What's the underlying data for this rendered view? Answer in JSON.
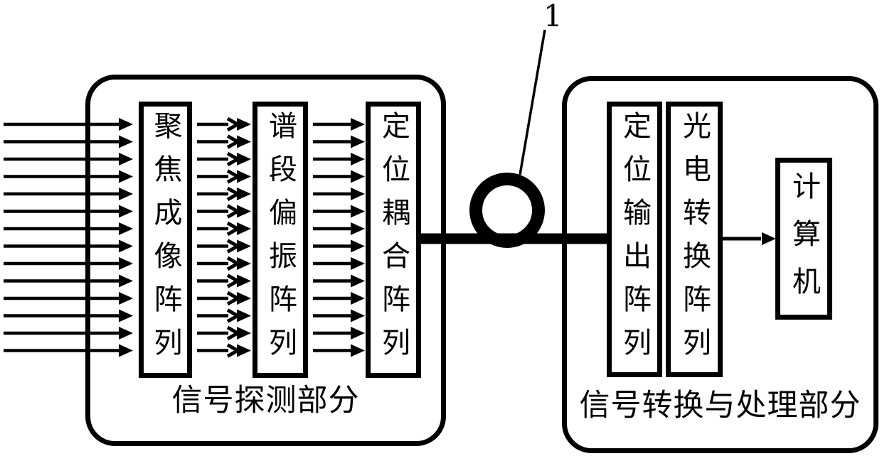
{
  "figure": {
    "background_color": "#ffffff",
    "line_color": "#000000",
    "callout": {
      "label": "1"
    }
  },
  "left_section": {
    "caption": "信号探测部分",
    "arrow_rows": 14,
    "boxes": [
      {
        "label": "聚焦成像阵列"
      },
      {
        "label": "谱段偏振阵列"
      },
      {
        "label": "定位耦合阵列"
      }
    ]
  },
  "right_section": {
    "caption": "信号转换与处理部分",
    "boxes": [
      {
        "label": "定位输出阵列"
      },
      {
        "label": "光电转换阵列"
      },
      {
        "label": "计算机"
      }
    ]
  }
}
